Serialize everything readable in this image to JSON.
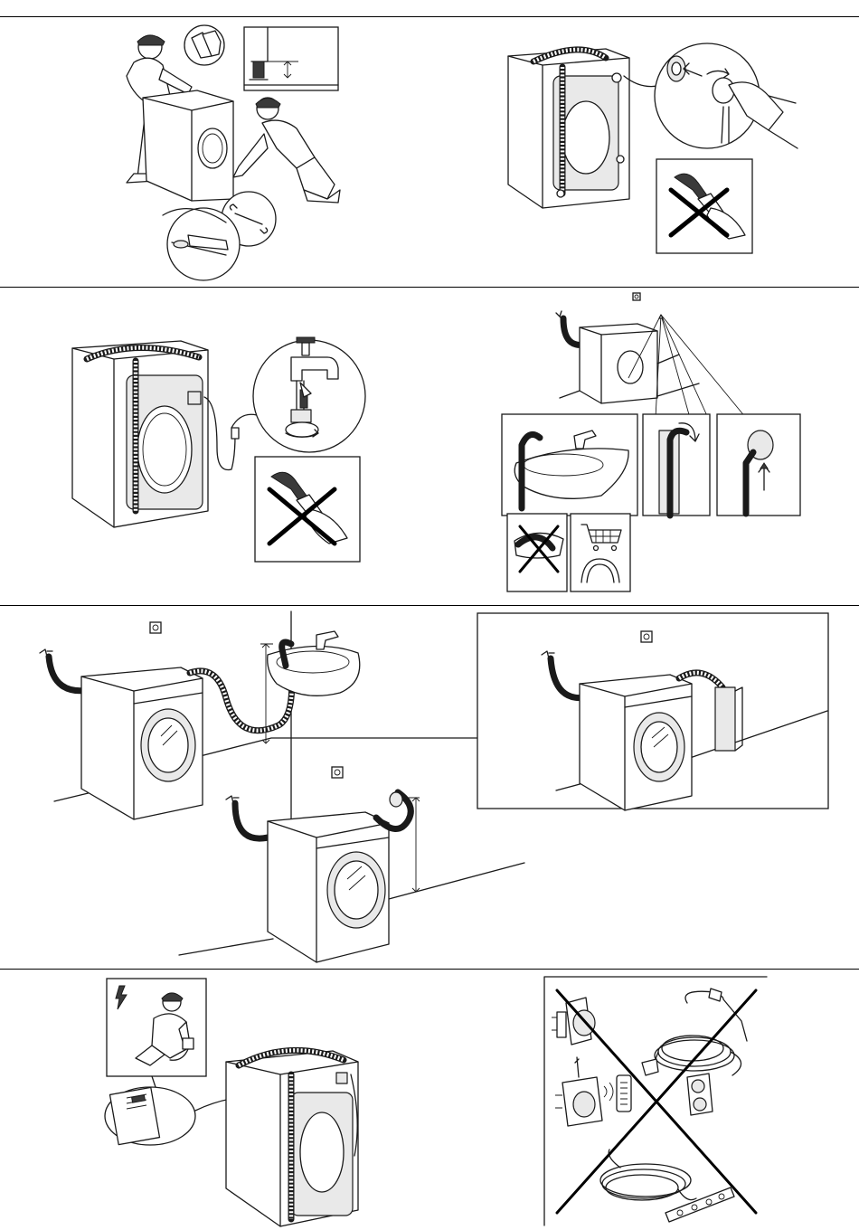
{
  "document": {
    "type": "washing-machine-installation-pictograms",
    "sections": [
      {
        "id": "unpack-level",
        "icons": [
          "workers-icon",
          "gloves-icon",
          "foot-height-icon",
          "wrench-icon"
        ]
      },
      {
        "id": "remove-transport-bolts",
        "icons": [
          "bolt-zoom-icon",
          "no-pliers-icon"
        ]
      },
      {
        "id": "connect-inlet-hose",
        "icons": [
          "tap-zoom-icon",
          "no-pliers-icon"
        ]
      },
      {
        "id": "drain-options",
        "icons": [
          "sink-icon",
          "hose-bend-icon",
          "wall-drain-icon",
          "no-kink-icon",
          "shopping-cart-icon",
          "hose-guide-icon"
        ]
      },
      {
        "id": "drain-sink-height",
        "icons": [
          "socket-icon"
        ]
      },
      {
        "id": "drain-standpipe",
        "icons": [
          "socket-icon"
        ]
      },
      {
        "id": "drain-wall-outlet",
        "icons": [
          "socket-icon"
        ]
      },
      {
        "id": "electrical-connection",
        "icons": [
          "electric-hazard-icon",
          "rating-label-icon"
        ]
      },
      {
        "id": "no-adapters",
        "icons": [
          "adapter-icon",
          "extension-cable-icon",
          "power-strip-icon",
          "timer-plug-icon"
        ]
      }
    ],
    "colors": {
      "ink": "#1a1a1a",
      "paper": "#ffffff",
      "shade": "#e9e9e9"
    }
  }
}
